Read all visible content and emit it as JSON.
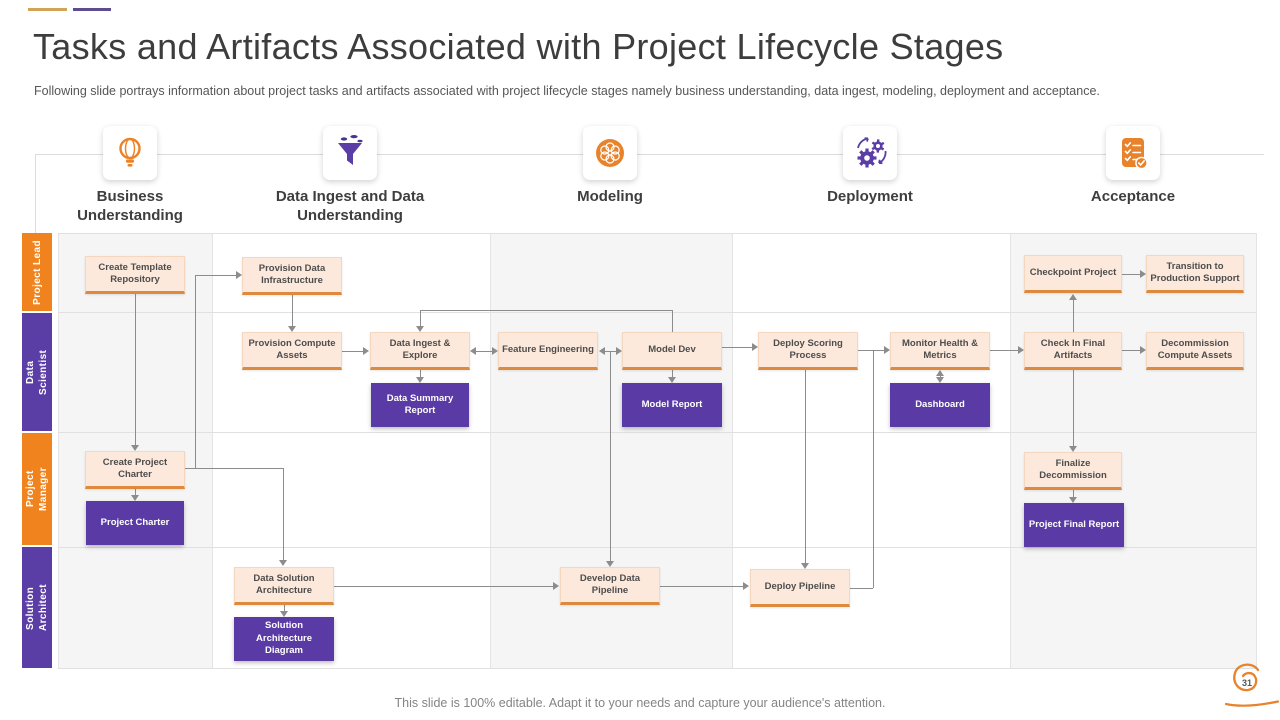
{
  "slide": {
    "title": "Tasks and Artifacts Associated with Project Lifecycle Stages",
    "subtitle": "Following slide portrays information about project tasks and artifacts associated with project lifecycle stages namely business understanding, data ingest, modeling, deployment and acceptance.",
    "footer": "This slide is 100% editable. Adapt it to your needs and capture your audience's attention.",
    "page_number": "31"
  },
  "colors": {
    "accent_orange": "#EE8125",
    "accent_purple": "#5B3DA6",
    "task_fill": "#FCE9DB",
    "task_border": "#DD893E",
    "artifact_fill": "#5A3AA5",
    "connector": "#8C8C8C"
  },
  "stages": [
    {
      "label": "Business Understanding",
      "icon": "lightbulb-icon",
      "accent": "#EE8125"
    },
    {
      "label": "Data Ingest and Data Understanding",
      "icon": "funnel-icon",
      "accent": "#5B3DA6"
    },
    {
      "label": "Modeling",
      "icon": "network-icon",
      "accent": "#EE8125"
    },
    {
      "label": "Deployment",
      "icon": "gears-icon",
      "accent": "#5B3DA6"
    },
    {
      "label": "Acceptance",
      "icon": "checklist-icon",
      "accent": "#EE8125"
    }
  ],
  "roles": [
    {
      "label": "Project Lead",
      "color": "#F1831E"
    },
    {
      "label": "Data Scientist",
      "color": "#5B3DA6"
    },
    {
      "label": "Project Manager",
      "color": "#F1831E"
    },
    {
      "label": "Solution Architect",
      "color": "#5B3DA6"
    }
  ],
  "nodes": {
    "create_template_repository": "Create Template Repository",
    "provision_data_infrastructure": "Provision Data Infrastructure",
    "checkpoint_project": "Checkpoint Project",
    "transition_production_support": "Transition to Production Support",
    "provision_compute_assets": "Provision Compute Assets",
    "data_ingest_explore": "Data Ingest & Explore",
    "feature_engineering": "Feature Engineering",
    "model_dev": "Model Dev",
    "deploy_scoring_process": "Deploy Scoring Process",
    "monitor_health_metrics": "Monitor Health & Metrics",
    "check_in_final_artifacts": "Check In Final Artifacts",
    "decommission_compute_assets": "Decommission Compute Assets",
    "create_project_charter": "Create Project Charter",
    "finalize_decommission": "Finalize Decommission",
    "data_solution_architecture": "Data Solution Architecture",
    "develop_data_pipeline": "Develop Data Pipeline",
    "deploy_pipeline": "Deploy Pipeline",
    "data_summary_report": "Data Summary Report",
    "model_report": "Model Report",
    "dashboard": "Dashboard",
    "project_charter": "Project Charter",
    "project_final_report": "Project Final Report",
    "solution_architecture_diagram": "Solution Architecture Diagram"
  }
}
